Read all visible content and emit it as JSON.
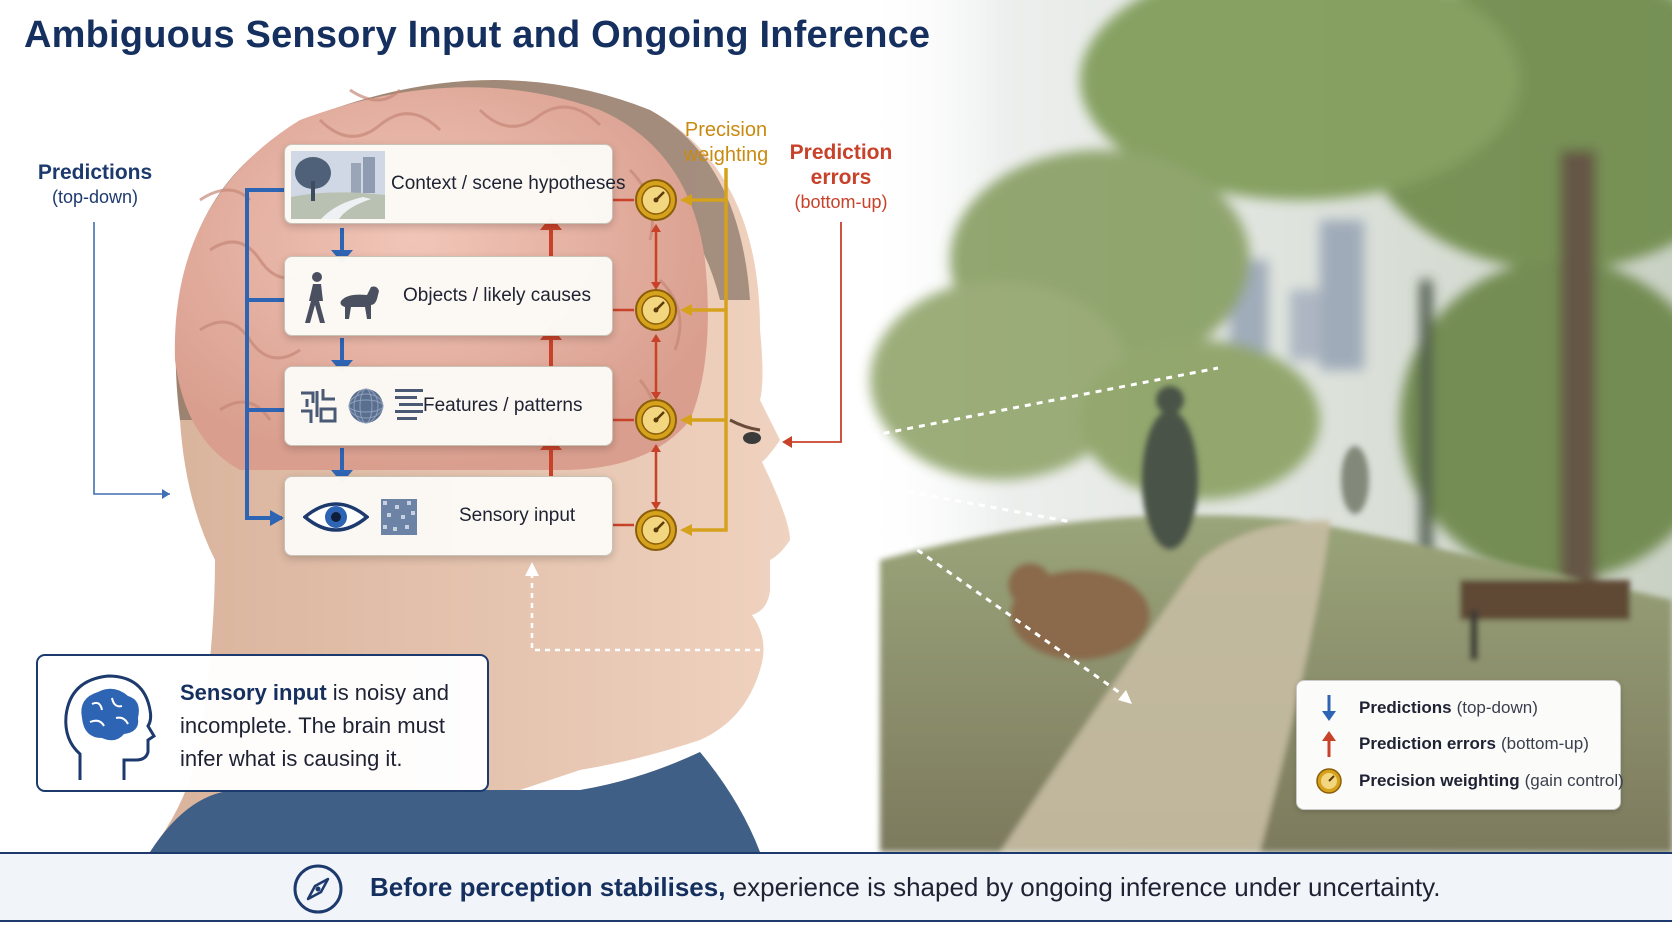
{
  "title": "Ambiguous Sensory Input and Ongoing Inference",
  "left_label": {
    "main": "Predictions",
    "sub": "(top-down)"
  },
  "precision_label": {
    "line1": "Precision",
    "line2": "weighting"
  },
  "error_label": {
    "line1": "Prediction",
    "line2": "errors",
    "sub": "(bottom-up)"
  },
  "levels": [
    {
      "label": "Context / scene hypotheses",
      "icons": [
        "park-scene-icon"
      ]
    },
    {
      "label": "Objects / likely causes",
      "icons": [
        "walking-person-icon",
        "dog-icon"
      ]
    },
    {
      "label": "Features / patterns",
      "icons": [
        "pattern-grid-icon",
        "sphere-icon",
        "stripes-icon"
      ]
    },
    {
      "label": "Sensory input",
      "icons": [
        "eye-icon",
        "noise-grid-icon"
      ]
    }
  ],
  "info_box": {
    "icon": "brain-head-icon",
    "bold": "Sensory input",
    "rest_line1": " is noisy and",
    "line2": "incomplete. The brain must",
    "line3": "infer what is causing it."
  },
  "legend": [
    {
      "icon": "blue-down-arrow-icon",
      "main": "Predictions",
      "sub": "(top-down)"
    },
    {
      "icon": "red-up-arrow-icon",
      "main": "Prediction errors",
      "sub": "(bottom-up)"
    },
    {
      "icon": "gauge-icon",
      "main": "Precision weighting",
      "sub": "(gain control)"
    }
  ],
  "footer": {
    "icon": "compass-icon",
    "bold": "Before perception stabilises,",
    "rest": " experience is shaped by ongoing inference under uncertainty."
  },
  "colors": {
    "navy": "#15305f",
    "prediction_blue": "#2e64b4",
    "error_red": "#c8422a",
    "precision_gold": "#d6a21c",
    "gold_text": "#c98a10"
  }
}
